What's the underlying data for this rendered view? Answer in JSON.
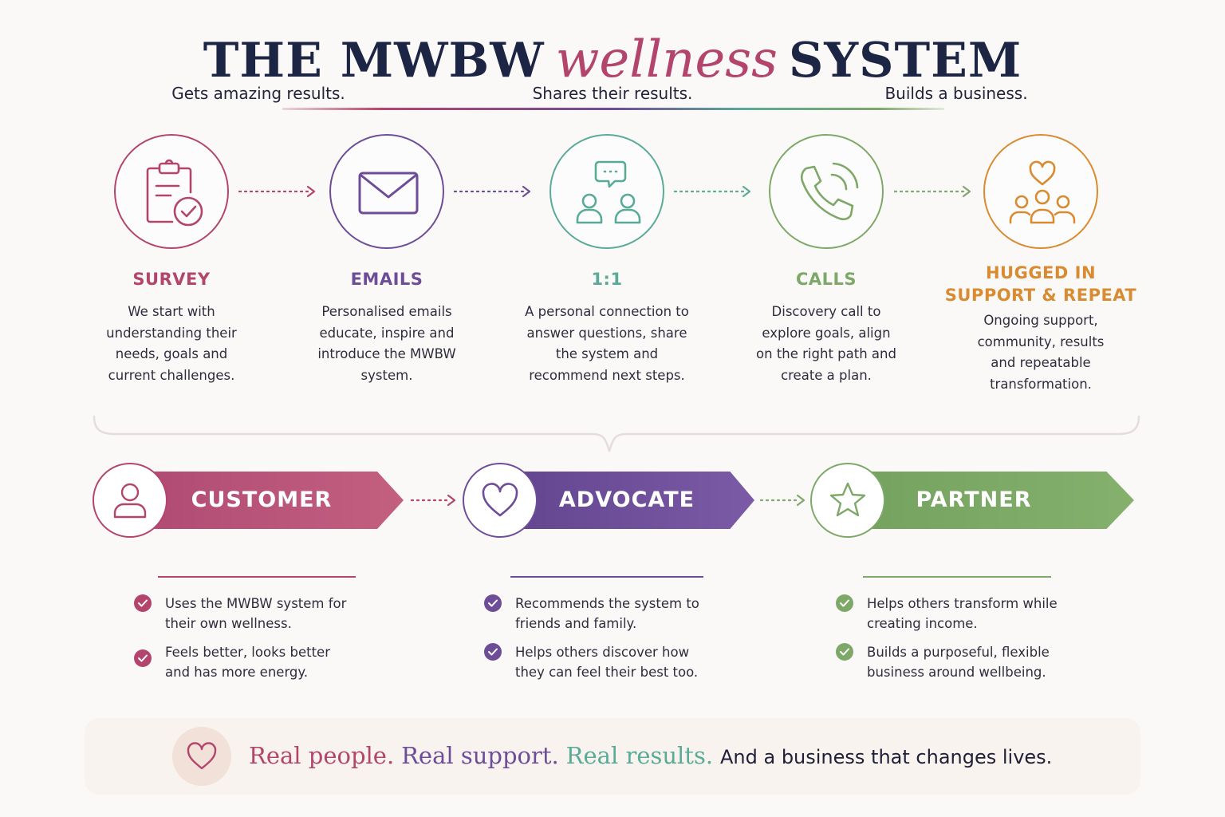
{
  "title": {
    "part1": "THE MWBW",
    "script": "wellness",
    "part2": "SYSTEM"
  },
  "colors": {
    "survey": "#b3456d",
    "emails": "#6e4d98",
    "one_on_one": "#5aaa98",
    "calls": "#7ea868",
    "hugged": "#d88b30",
    "customer": "#b3456d",
    "advocate": "#6e4d98",
    "partner": "#7ea868",
    "navy": "#1d2545"
  },
  "steps": [
    {
      "title": "SURVEY",
      "icon": "clipboard-check-icon",
      "description": "We start with understanding their needs, goals and current challenges."
    },
    {
      "title": "EMAILS",
      "icon": "envelope-icon",
      "description": "Personalised emails educate, inspire and introduce the MWBW system."
    },
    {
      "title": "1:1",
      "icon": "conversation-people-icon",
      "description": "A personal connection to answer questions, share the system and recommend next steps."
    },
    {
      "title": "CALLS",
      "icon": "phone-call-icon",
      "description": "Discovery call to explore goals, align on the right path and create a plan."
    },
    {
      "title": "HUGGED IN SUPPORT & REPEAT",
      "icon": "community-heart-icon",
      "description": "Ongoing support, community, results and repeatable transformation."
    }
  ],
  "stages": [
    {
      "label": "CUSTOMER",
      "icon": "person-icon",
      "subtitle": "Gets amazing results.",
      "bullets": [
        "Uses the MWBW system for their own wellness.",
        "Feels better, looks better and has more energy."
      ]
    },
    {
      "label": "ADVOCATE",
      "icon": "heart-icon",
      "subtitle": "Shares their results.",
      "bullets": [
        "Recommends the system to friends and family.",
        "Helps others discover how they can feel their best too."
      ]
    },
    {
      "label": "PARTNER",
      "icon": "star-icon",
      "subtitle": "Builds a business.",
      "bullets": [
        "Helps others transform while creating income.",
        "Builds a purposeful, flexible business around wellbeing."
      ]
    }
  ],
  "footer": {
    "icon": "heart-icon",
    "phrase1": "Real people.",
    "phrase2": "Real support.",
    "phrase3": "Real results.",
    "tagline": "And a business that changes lives."
  }
}
